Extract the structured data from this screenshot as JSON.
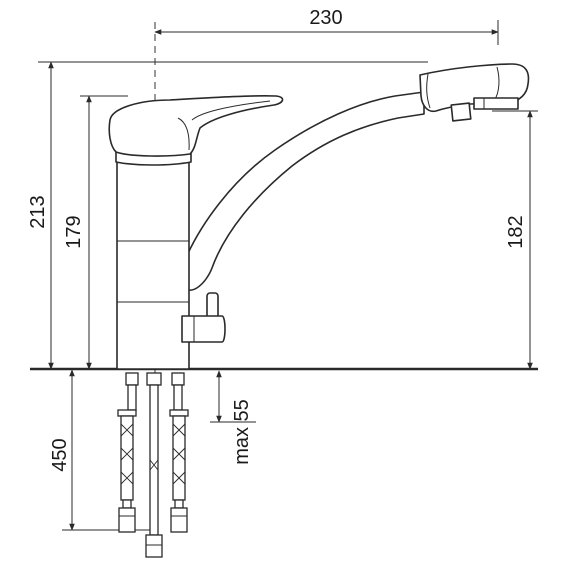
{
  "dimensions": {
    "width_top": "230",
    "total_height": "213",
    "lever_height": "179",
    "spout_height": "182",
    "hose_length": "450",
    "max_deck": "max 55"
  },
  "colors": {
    "line": "#2a2a2a",
    "background": "#ffffff"
  }
}
